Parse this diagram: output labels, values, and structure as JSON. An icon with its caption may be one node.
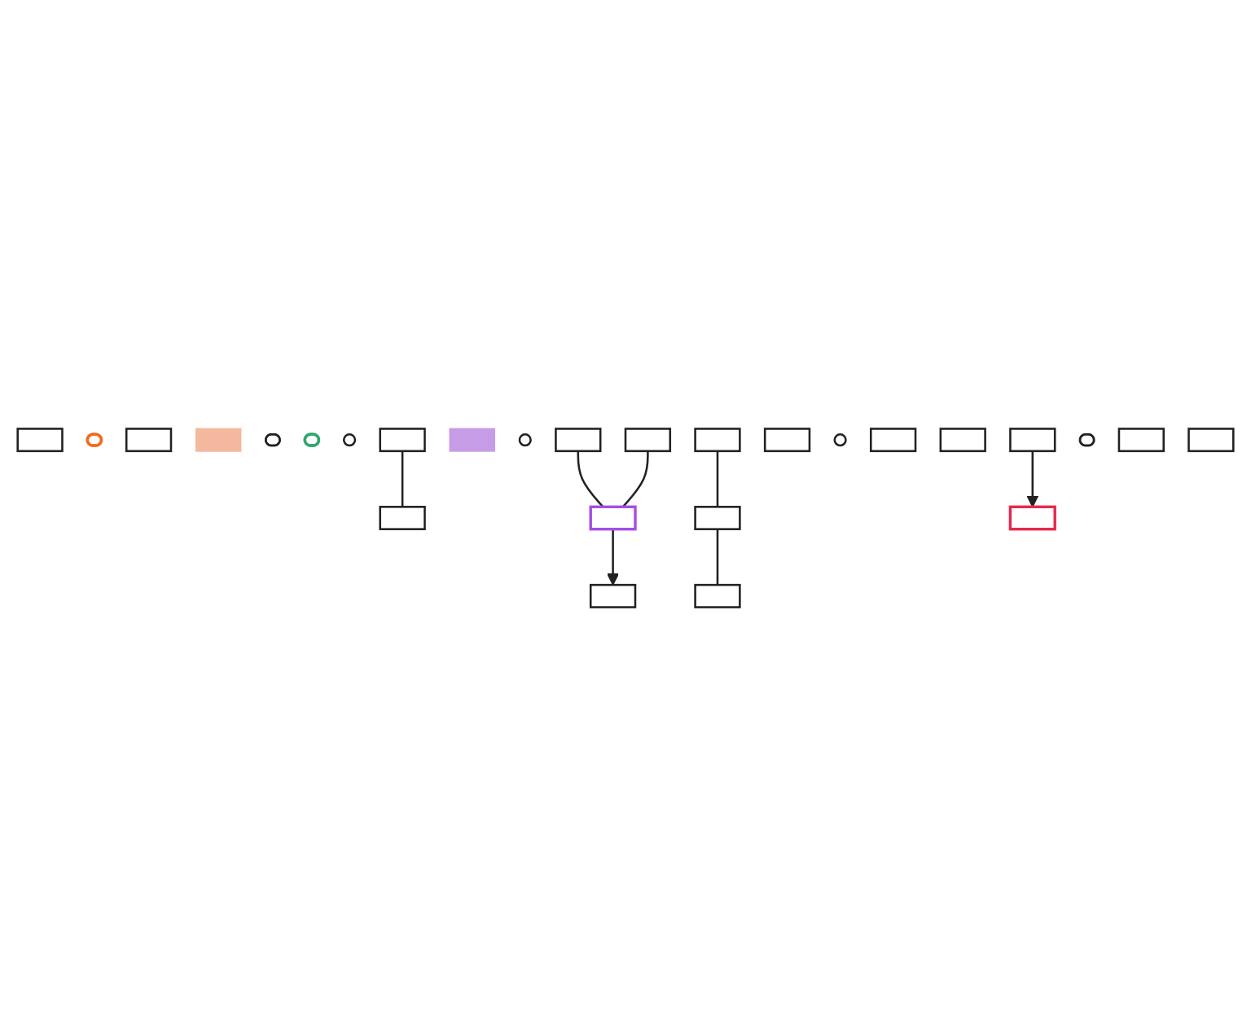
{
  "diagram": {
    "nodes": [
      {
        "text": [],
        "shape": "box"
      },
      {
        "text": [],
        "shape": "ellipse"
      },
      {
        "text": [],
        "shape": "box"
      },
      {
        "text": [],
        "shape": "box"
      },
      {
        "text": [],
        "shape": "ellipse"
      },
      {
        "text": [],
        "shape": "ellipse"
      },
      {
        "text": [],
        "shape": "circle"
      },
      {
        "text": [],
        "shape": "box"
      },
      {
        "text": [],
        "shape": "box"
      },
      {
        "text": [],
        "shape": "box"
      },
      {
        "text": [],
        "shape": "circle"
      },
      {
        "text": [],
        "shape": "box"
      },
      {
        "text": [],
        "shape": "box"
      },
      {
        "text": [],
        "shape": "box"
      },
      {
        "text": [],
        "shape": "box"
      },
      {
        "text": [],
        "shape": "box"
      },
      {
        "text": [],
        "shape": "box"
      },
      {
        "text": [],
        "shape": "box"
      },
      {
        "text": [],
        "shape": "box"
      },
      {
        "text": [],
        "shape": "box"
      },
      {
        "text": [],
        "shape": "circle"
      },
      {
        "text": [],
        "shape": "box"
      },
      {
        "text": [],
        "shape": "box"
      },
      {
        "text": [],
        "shape": "box"
      },
      {
        "text": [],
        "shape": "ellipse"
      },
      {
        "text": [],
        "shape": "box"
      },
      {
        "text": [],
        "shape": "box"
      }
    ],
    "edges": [
      {
        "from": 14,
        "to": 7,
        "arrow": "to"
      },
      {
        "from": 11,
        "to": 14,
        "arrow": "none"
      },
      {
        "from": 16,
        "to": 14,
        "arrow": "none"
      },
      {
        "from": 8,
        "to": 12,
        "arrow": "none"
      },
      {
        "from": 13,
        "to": 15,
        "arrow": "none"
      },
      {
        "from": 15,
        "to": 18,
        "arrow": "none"
      },
      {
        "from": 23,
        "to": 19,
        "arrow": "to"
      }
    ]
  }
}
